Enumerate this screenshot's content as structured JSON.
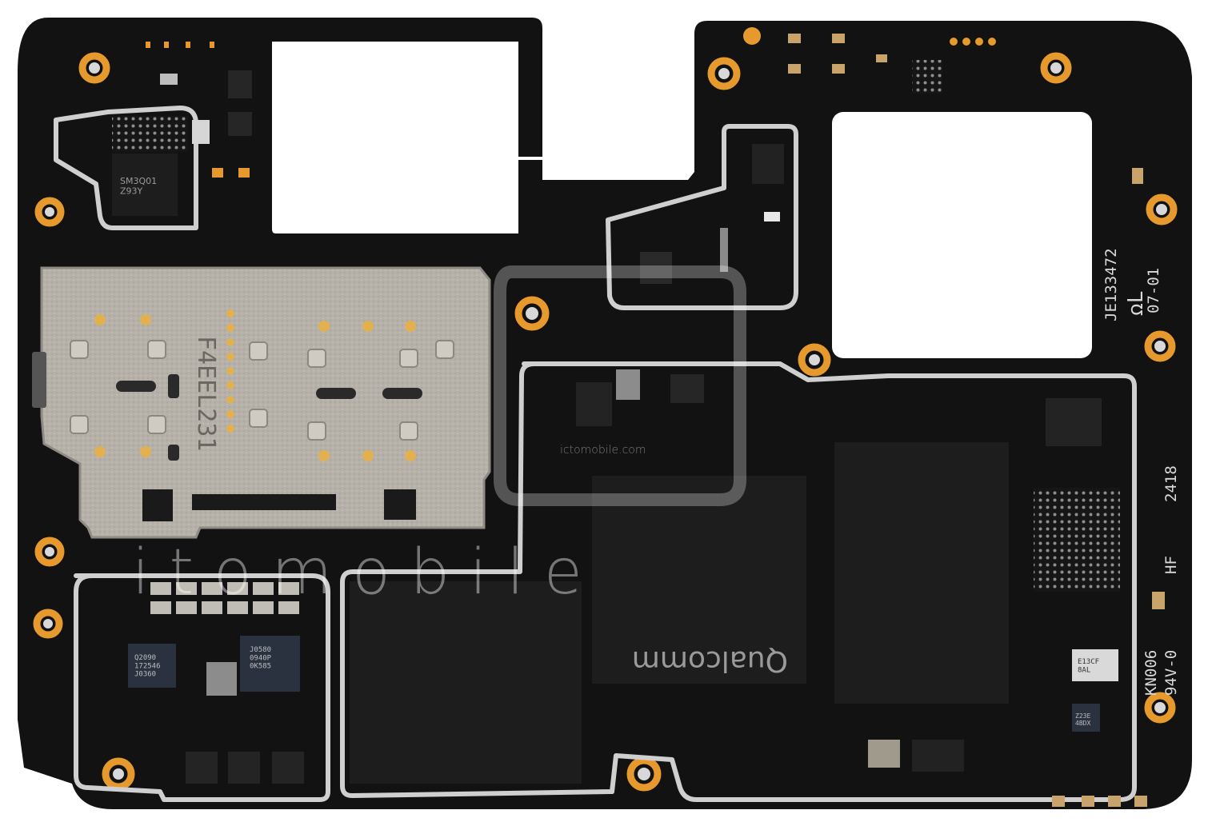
{
  "board": {
    "cert_code": "JE133472",
    "cert_date": "07-01",
    "date_code": "2418",
    "hf_mark": "HF",
    "rating_line1": "KN006",
    "rating_line2": "94V-0",
    "ul_mark": "ꭥL"
  },
  "sim_tray": {
    "code": "F4EEL231"
  },
  "chips": {
    "soc_brand": "Qualcomm",
    "small_chip_a": "E13CF\n8AL",
    "small_chip_b": "Z23E\n4BDX",
    "pmic_a": "Q2090\n172546\nJ0360",
    "pmic_b": "J0580\n0940P\n0K585",
    "top_chip": "SM3Q01\nZ93Y"
  },
  "watermark": {
    "brand": "i  t  o  m  o  b  i  l  e",
    "url": "ictomobile.com"
  },
  "colors": {
    "board": "#121212",
    "shield": "#c8c8c8",
    "pad": "#e69a2e",
    "sim_metal": "#b3aea6",
    "chip": "#1e1e1e"
  }
}
